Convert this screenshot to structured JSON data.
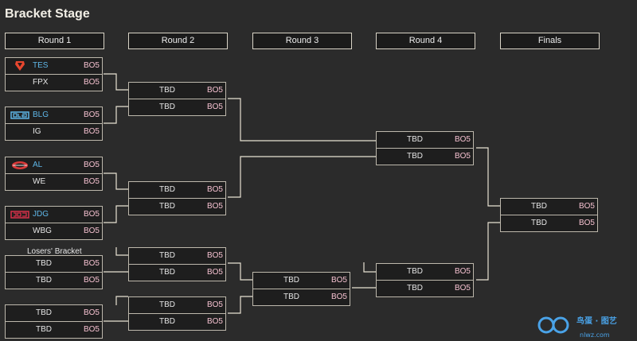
{
  "page": {
    "title": "Bracket Stage",
    "losers_label": "Losers' Bracket"
  },
  "rounds": [
    "Round 1",
    "Round 2",
    "Round 3",
    "Round 4",
    "Finals"
  ],
  "format": "BO5",
  "teams": {
    "tes": "TES",
    "fpx": "FPX",
    "blg": "BLG",
    "ig": "IG",
    "al": "AL",
    "we": "WE",
    "jdg": "JDG",
    "wbg": "WBG",
    "tbd": "TBD"
  },
  "colors": {
    "background": "#2b2b2b",
    "team_blue": "#5fb7e8",
    "bo_pink": "#f4c0cf",
    "lines": "#e8e2d2"
  },
  "watermark": {
    "text": "鸟蛋 · 图艺",
    "url": "nlwz.com"
  }
}
